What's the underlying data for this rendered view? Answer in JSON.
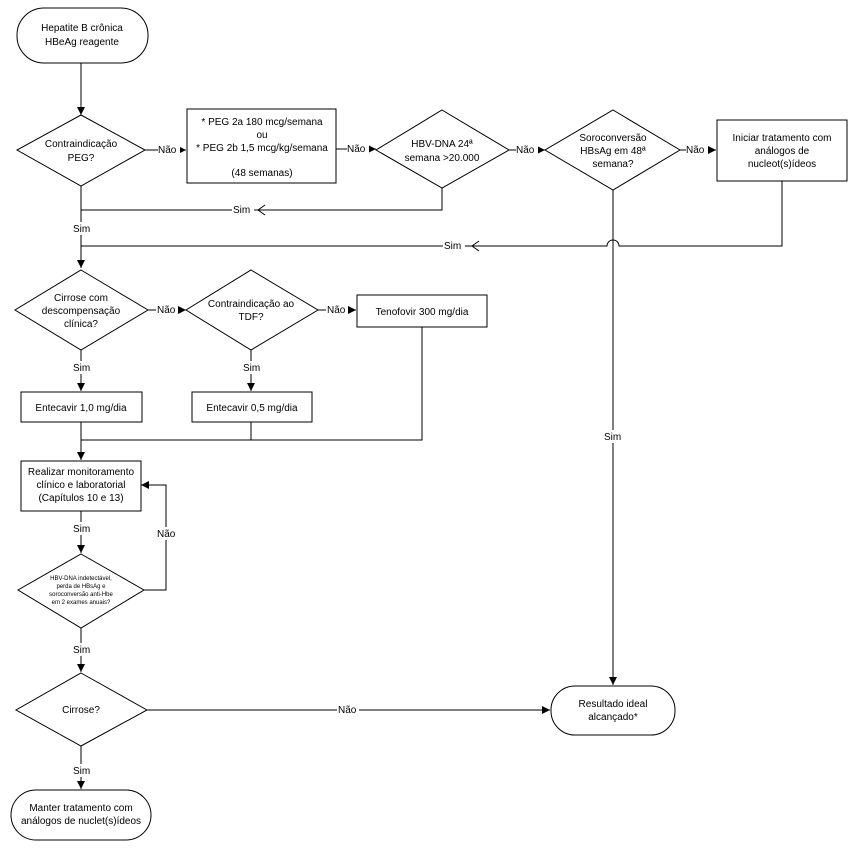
{
  "nodes": {
    "start": [
      "Hepatite B crônica",
      "HBeAg reagente"
    ],
    "peg_contra": [
      "Contraindicação",
      "PEG?"
    ],
    "peg_box": [
      "* PEG 2a 180 mcg/semana",
      "ou",
      "* PEG 2b 1,5 mcg/kg/semana",
      "",
      "(48 semanas)"
    ],
    "hbv24": [
      "HBV-DNA 24ª",
      "semana >20.000"
    ],
    "sorocon": [
      "Soroconversão",
      "HBsAg em 48ª",
      "semana?"
    ],
    "iniciar": [
      "Iniciar tratamento com",
      "análogos de",
      "nucleot(s)ídeos"
    ],
    "cirrose_desc": [
      "Cirrose com",
      "descompensação",
      "clínica?"
    ],
    "tdf_contra": [
      "Contraindicação ao",
      "TDF?"
    ],
    "tenofovir": [
      "Tenofovir 300 mg/dia"
    ],
    "entecavir10": [
      "Entecavir 1,0 mg/dia"
    ],
    "entecavir05": [
      "Entecavir 0,5 mg/dia"
    ],
    "monitor": [
      "Realizar monitoramento",
      "clínico e laboratorial",
      "(Capítulos 10 e 13)"
    ],
    "hbv_indet": [
      "HBV-DNA indetectável,",
      "perda de HBsAg e",
      "soroconversão anti-Hbe",
      "em 2 exames anuais?"
    ],
    "cirrose": [
      "Cirrose?"
    ],
    "resultado": [
      "Resultado ideal",
      "alcançado*"
    ],
    "manter": [
      "Manter tratamento com",
      "análogos de nuclet(s)ídeos"
    ]
  },
  "edge_labels": {
    "nao_1": "Não",
    "nao_2": "Não",
    "nao_3": "Não",
    "nao_4": "Não",
    "sim_hbv24": "Sim",
    "sim_peg": "Sim",
    "sim_iniciar": "Sim",
    "nao_cirrose_desc": "Não",
    "nao_tdf": "Não",
    "sim_cirrose_desc": "Sim",
    "sim_tdf": "Sim",
    "sim_sorocon": "Sim",
    "sim_monitor": "Sim",
    "nao_hbv_indet": "Não",
    "sim_hbv_indet": "Sim",
    "nao_cirrose": "Não",
    "sim_cirrose": "Sim"
  }
}
